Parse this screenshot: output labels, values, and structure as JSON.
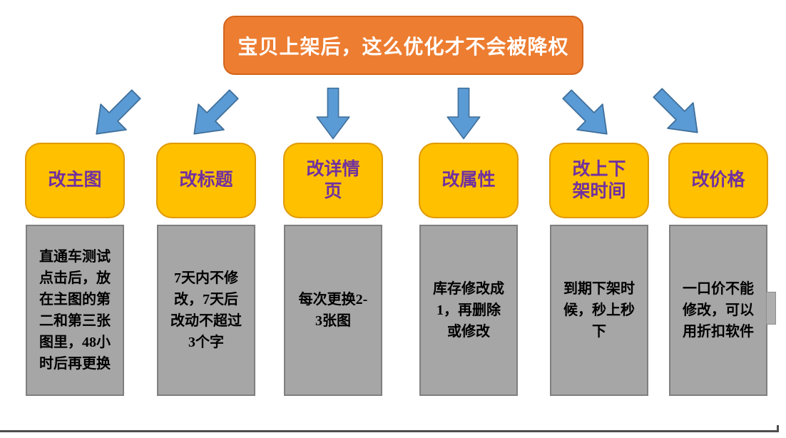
{
  "diagram": {
    "title": {
      "text": "宝贝上架后，这么优化才不会被降权",
      "bg_color": "#ED7D31",
      "text_color": "#FFFFFF"
    },
    "colors": {
      "step_box_fill": "#FFC000",
      "step_box_border": "#E09A00",
      "step_label_text": "#7030A0",
      "note_box_fill": "#A6A6A6",
      "note_box_border": "#7F7F7F",
      "note_text": "#000000",
      "arrow_fill": "#5B9BD5",
      "arrow_border": "#41719C",
      "bottom_line": "#4D4D4D"
    },
    "steps": [
      {
        "label": "改主图",
        "note": "直通车测试\n点击后，放\n在主图的第\n二和第三张\n图里，48小\n时后再更换",
        "arrow_direction": "down-left"
      },
      {
        "label": "改标题",
        "note": "7天内不修\n改，7天后\n改动不超过\n3个字",
        "arrow_direction": "down-left"
      },
      {
        "label": "改详情\n页",
        "note": "每次更换2-\n3张图",
        "arrow_direction": "down"
      },
      {
        "label": "改属性",
        "note": "库存修改成\n1，再删除\n或修改",
        "arrow_direction": "down"
      },
      {
        "label": "改上下\n架时间",
        "note": "到期下架时\n候，秒上秒\n下",
        "arrow_direction": "down-right"
      },
      {
        "label": "改价格",
        "note": "一口价不能\n修改，可以\n用折扣软件",
        "arrow_direction": "down-right"
      }
    ]
  }
}
